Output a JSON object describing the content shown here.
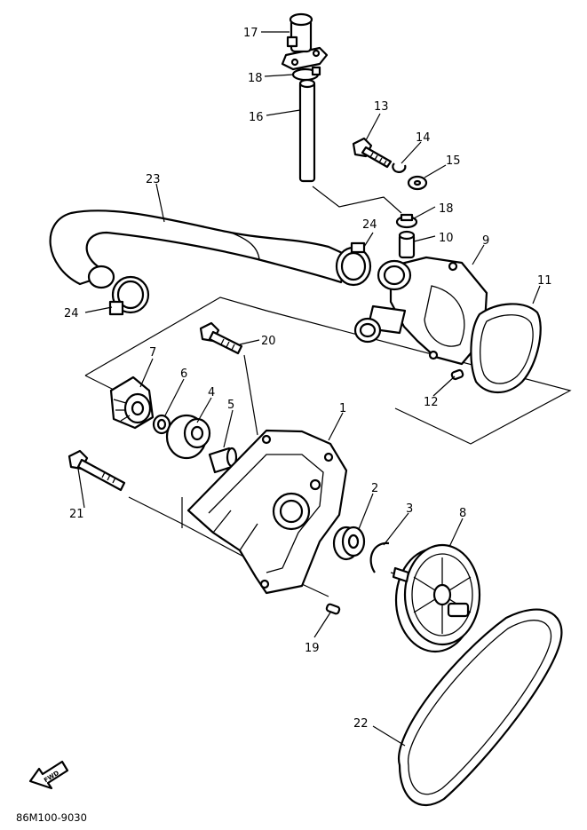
{
  "diagram": {
    "drawing_code": "86M100-9030",
    "fwd_arrow_label": "FWD",
    "parts": [
      {
        "id": "1",
        "name": "pump-housing",
        "icon": "pump-housing-icon"
      },
      {
        "id": "2",
        "name": "bearing",
        "icon": "bearing-icon"
      },
      {
        "id": "3",
        "name": "circlip",
        "icon": "circlip-icon"
      },
      {
        "id": "4",
        "name": "seal",
        "icon": "seal-icon"
      },
      {
        "id": "5",
        "name": "collar",
        "icon": "collar-icon"
      },
      {
        "id": "6",
        "name": "washer",
        "icon": "washer-icon"
      },
      {
        "id": "7",
        "name": "impeller",
        "icon": "impeller-icon"
      },
      {
        "id": "8",
        "name": "pulley",
        "icon": "pulley-icon"
      },
      {
        "id": "9",
        "name": "pump-cover",
        "icon": "pump-cover-icon"
      },
      {
        "id": "10",
        "name": "pipe",
        "icon": "pipe-icon"
      },
      {
        "id": "11",
        "name": "gasket",
        "icon": "gasket-icon"
      },
      {
        "id": "12",
        "name": "dowel-pin",
        "icon": "dowel-pin-icon"
      },
      {
        "id": "13",
        "name": "bolt",
        "icon": "bolt-icon"
      },
      {
        "id": "14",
        "name": "lock-washer",
        "icon": "lock-washer-icon"
      },
      {
        "id": "15",
        "name": "washer",
        "icon": "washer-icon"
      },
      {
        "id": "16",
        "name": "hose",
        "icon": "hose-icon"
      },
      {
        "id": "17",
        "name": "fitting",
        "icon": "fitting-icon"
      },
      {
        "id": "18",
        "name": "hose-clamp",
        "icon": "hose-clamp-icon"
      },
      {
        "id": "19",
        "name": "dowel-pin",
        "icon": "dowel-pin-icon"
      },
      {
        "id": "20",
        "name": "bolt",
        "icon": "bolt-icon"
      },
      {
        "id": "21",
        "name": "bolt",
        "icon": "bolt-icon"
      },
      {
        "id": "22",
        "name": "v-belt",
        "icon": "v-belt-icon"
      },
      {
        "id": "23",
        "name": "hose",
        "icon": "hose-icon"
      },
      {
        "id": "24",
        "name": "hose-clamp",
        "icon": "hose-clamp-icon"
      }
    ],
    "callouts": {
      "c17": "17",
      "c18a": "18",
      "c16": "16",
      "c13": "13",
      "c14": "14",
      "c15": "15",
      "c23": "23",
      "c18b": "18",
      "c24a": "24",
      "c10": "10",
      "c9": "9",
      "c11": "11",
      "c24b": "24",
      "c20": "20",
      "c7": "7",
      "c6": "6",
      "c4": "4",
      "c5": "5",
      "c12": "12",
      "c1": "1",
      "c21": "21",
      "c2": "2",
      "c3": "3",
      "c8": "8",
      "c19": "19",
      "c22": "22"
    }
  }
}
